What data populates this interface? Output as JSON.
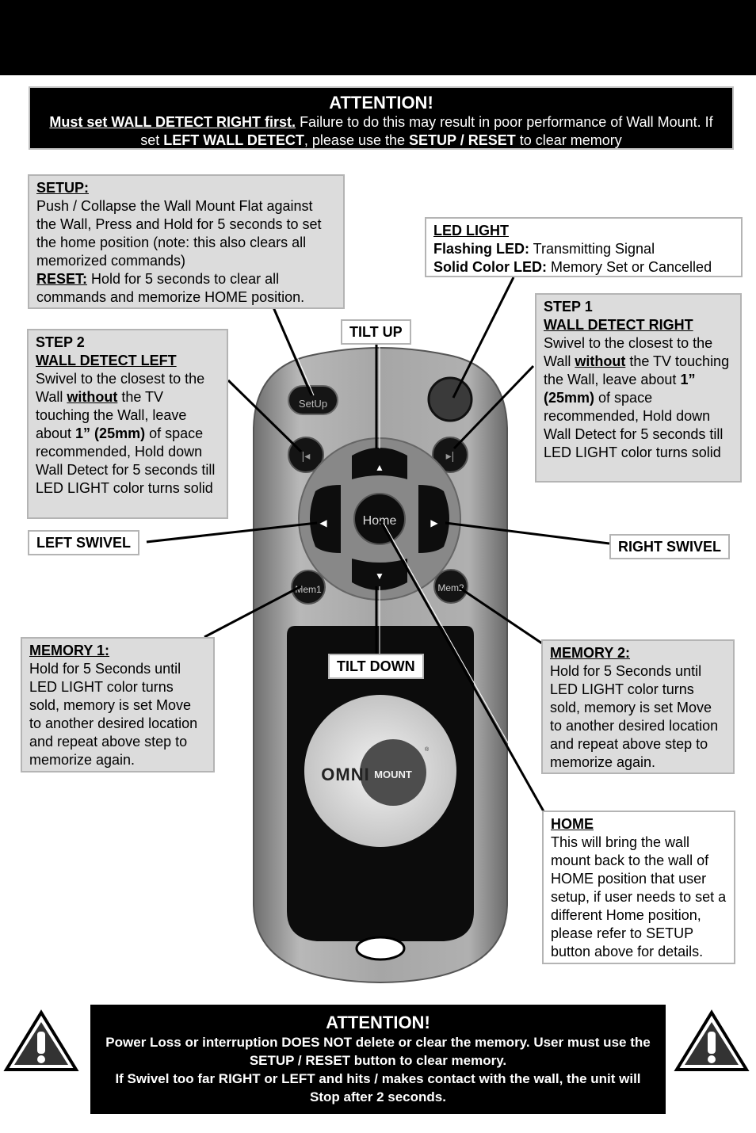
{
  "attention_top": {
    "title": "ATTENTION!",
    "line_lead": "Must set WALL DETECT RIGHT first.",
    "line_mid1": "  Failure to do this may result in poor performance of Wall Mount.  If set ",
    "line_bold1": "LEFT WALL DETECT",
    "line_mid2": ", please use the ",
    "line_bold2": "SETUP / RESET",
    "line_end": " to clear memory"
  },
  "setup": {
    "heading": "SETUP:",
    "text": "Push / Collapse the Wall Mount Flat against the Wall, Press and Hold for 5 seconds to set the home position (note: this also clears all memorized commands)",
    "reset_heading": "RESET:",
    "reset_text": " Hold for 5 seconds to clear all commands and memorize HOME position."
  },
  "led": {
    "heading": "LED LIGHT",
    "flash_label": "Flashing LED:",
    "flash_text": "  Transmitting Signal",
    "solid_label": "Solid Color LED:",
    "solid_text": "  Memory Set or Cancelled"
  },
  "step1": {
    "step": "STEP 1",
    "heading": "WALL DETECT RIGHT",
    "t1": "Swivel to the closest to the Wall ",
    "bold1": "without",
    "t2": " the TV touching the Wall, leave about ",
    "bold2": "1” (25mm)",
    "t3": " of space recommended, Hold down Wall Detect for 5 seconds till LED LIGHT color turns solid"
  },
  "step2": {
    "step": "STEP 2",
    "heading": "WALL DETECT LEFT",
    "t1": "Swivel to the closest to the Wall ",
    "bold1": "without",
    "t2": " the TV touching the Wall, leave about ",
    "bold2": "1” (25mm)",
    "t3": " of space recommended, Hold down Wall Detect for 5 seconds till LED LIGHT color turns solid"
  },
  "labels": {
    "tilt_up": "TILT UP",
    "tilt_down": "TILT DOWN",
    "left_swivel": "LEFT SWIVEL",
    "right_swivel": "RIGHT SWIVEL"
  },
  "memory1": {
    "heading": "MEMORY 1:",
    "text": "Hold for 5 Seconds until LED LIGHT color turns sold, memory is set Move to another desired location and repeat above step to memorize again."
  },
  "memory2": {
    "heading": "MEMORY 2:",
    "text": "Hold for 5 Seconds until LED LIGHT color turns sold, memory is set Move to another desired location and repeat above step to memorize again."
  },
  "home": {
    "heading": "HOME",
    "text": "This will bring the wall mount back to the wall of HOME position that user setup, if user needs to set a different Home position, please refer to SETUP button above for details."
  },
  "remote": {
    "setup_btn": "SetUp",
    "home_btn": "Home",
    "mem1_btn": "Mem1",
    "mem2_btn": "Mem2",
    "brand_a": "OMNI",
    "brand_b": "MOUNT",
    "reg": "®"
  },
  "attention_bottom": {
    "title": "ATTENTION!",
    "line1": "Power Loss or interruption DOES NOT delete or clear the memory.  User must use the SETUP / RESET button to clear memory.",
    "line2": "If Swivel too far RIGHT or LEFT and hits / makes contact with the wall, the unit will Stop after 2 seconds."
  },
  "colors": {
    "box_fill": "#dcdcdc",
    "remote_body": "#9a9a9a",
    "button_dark": "#111111"
  }
}
